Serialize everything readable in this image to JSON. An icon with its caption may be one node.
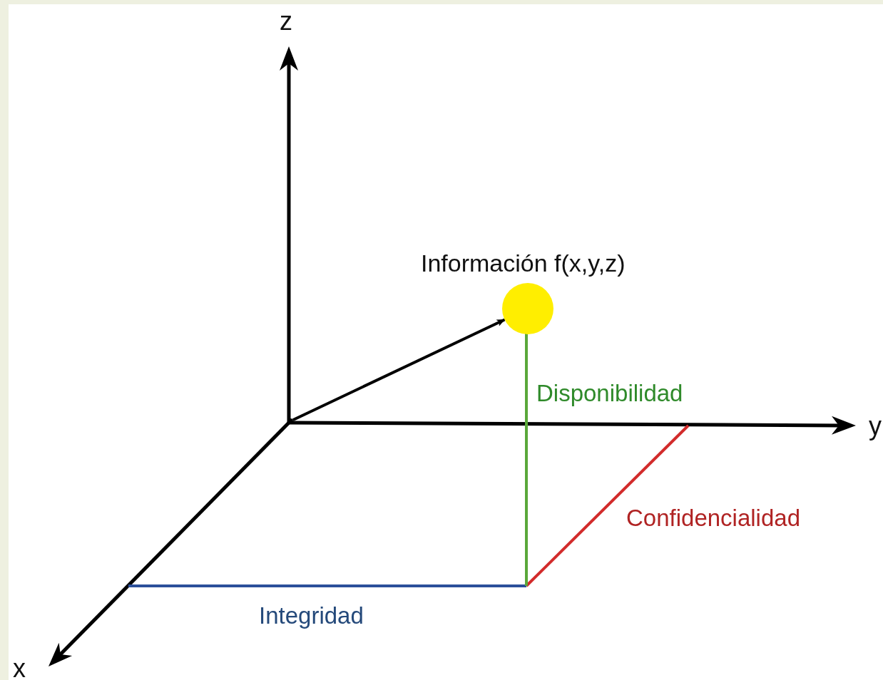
{
  "diagram": {
    "nodes": [
      {
        "text": [],
        "shape": "circle",
        "beside": [
          "Información f(x,y,z)"
        ]
      },
      {
        "text": [],
        "shape": "dot"
      }
    ],
    "edges": [
      {
        "from": 1,
        "to": 0,
        "arrow": "to"
      }
    ],
    "labels": [
      "z",
      "y",
      "x",
      "Disponibilidad",
      "Confidencialidad",
      "Integridad"
    ]
  }
}
